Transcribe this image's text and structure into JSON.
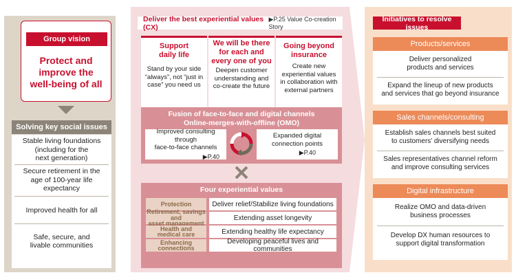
{
  "vision": {
    "title": "Group vision",
    "lines": [
      "Protect and",
      "improve the",
      "well-being of all"
    ]
  },
  "issues": {
    "title": "Solving key social issues",
    "items": [
      [
        "Stable living foundations",
        "(including for the",
        "next generation)"
      ],
      [
        "Secure retirement in the",
        "age of 100-year life",
        "expectancy"
      ],
      [
        "Improved health for all"
      ],
      [
        "Safe, secure, and",
        "livable communities"
      ]
    ]
  },
  "center": {
    "title": "Deliver the best experiential values (CX)",
    "ref": "▶P.25 Value Co-creation Story",
    "cards": [
      {
        "title": [
          "Support",
          "daily life"
        ],
        "desc": [
          "Stand by your side",
          "“always”, not “just in",
          "case” you need us"
        ]
      },
      {
        "title": [
          "We will be there",
          "for each and",
          "every one of you"
        ],
        "desc": [
          "Deepen customer",
          "understanding and",
          "co-create the future"
        ]
      },
      {
        "title": [
          "Going beyond",
          "insurance"
        ],
        "desc": [
          "Create new",
          "experiential values",
          "in collaboration with",
          "external partners"
        ]
      }
    ],
    "omo": {
      "title1": "Fusion of face-to-face and digital channels",
      "title2": "Online-merges-with-offline (OMO)",
      "left": {
        "text": [
          "Improved consulting through",
          "face-to-face channels"
        ],
        "ref": "▶P.40"
      },
      "right": {
        "text": [
          "Expanded digital",
          "connection points"
        ],
        "ref": "▶P.40"
      }
    },
    "four": {
      "title": "Four experiential values",
      "rows": [
        {
          "label": [
            "Protection"
          ],
          "value": "Deliver relief/Stabilize living foundations"
        },
        {
          "label": [
            "Retirement, savings and",
            "asset management"
          ],
          "value": "Extending asset longevity"
        },
        {
          "label": [
            "Health and",
            "medical care"
          ],
          "value": "Extending healthy life expectancy"
        },
        {
          "label": [
            "Enhancing",
            "connections"
          ],
          "value": "Developing peaceful lives and communities"
        }
      ]
    }
  },
  "initiatives": {
    "title": "Initiatives to resolve issues",
    "sections": [
      {
        "title": "Products/services",
        "items": [
          [
            "Deliver personalized",
            "products and services"
          ],
          [
            "Expand the lineup of new products",
            "and services that go beyond insurance"
          ]
        ]
      },
      {
        "title": "Sales channels/consulting",
        "items": [
          [
            "Establish sales channels best suited",
            "to customers’ diversifying needs"
          ],
          [
            "Sales representatives channel reform",
            "and improve consulting services"
          ]
        ]
      },
      {
        "title": "Digital infrastructure",
        "items": [
          [
            "Realize OMO and data-driven",
            "business processes"
          ],
          [
            "Develop DX human resources to",
            "support digital transformation"
          ]
        ]
      }
    ]
  },
  "colors": {
    "accent_red": "#c8102e",
    "orange": "#ec8a58",
    "rose": "#d89096",
    "taupe": "#8c8478"
  }
}
